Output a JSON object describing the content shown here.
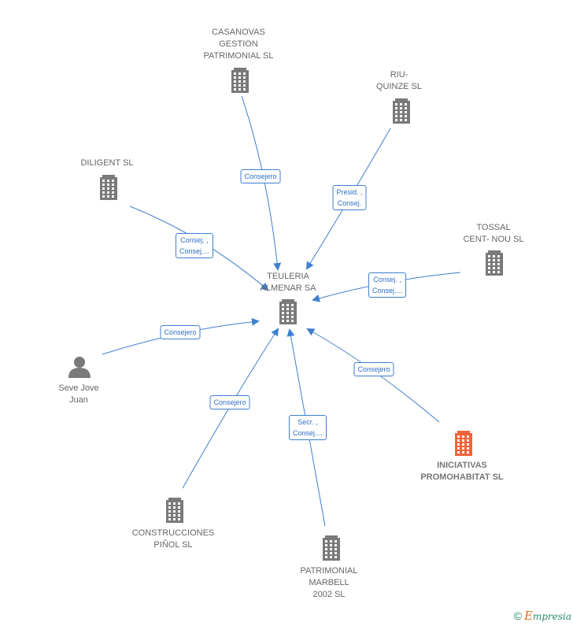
{
  "colors": {
    "edge": "#3f7fd0",
    "building": "#7a7a7a",
    "highlight": "#f0643a",
    "person": "#7a7a7a"
  },
  "center": {
    "label_lines": [
      "TEULERIA",
      "ALMENAR SA"
    ],
    "icon": "building-icon"
  },
  "nodes": [
    {
      "id": "casanovas",
      "label_lines": [
        "CASANOVAS",
        "GESTION",
        "PATRIMONIAL SL"
      ],
      "icon": "building-icon"
    },
    {
      "id": "riu",
      "label_lines": [
        "RIU-",
        "QUINZE  SL"
      ],
      "icon": "building-icon"
    },
    {
      "id": "diligent",
      "label_lines": [
        "DILIGENT SL"
      ],
      "icon": "building-icon"
    },
    {
      "id": "tossal",
      "label_lines": [
        "TOSSAL",
        "CENT- NOU  SL"
      ],
      "icon": "building-icon"
    },
    {
      "id": "seve",
      "label_lines": [
        "Seve Jove",
        "Juan"
      ],
      "icon": "person-icon"
    },
    {
      "id": "iniciativas",
      "label_lines": [
        "INICIATIVAS",
        "PROMOHABITAT SL"
      ],
      "icon": "building-icon",
      "highlight": true
    },
    {
      "id": "construcciones",
      "label_lines": [
        "CONSTRUCCIONES",
        "PIÑOL  SL"
      ],
      "icon": "building-icon"
    },
    {
      "id": "patrimonial",
      "label_lines": [
        "PATRIMONIAL",
        "MARBELL",
        "2002 SL"
      ],
      "icon": "building-icon"
    }
  ],
  "relations": [
    {
      "from": "casanovas",
      "lines": [
        "Consejero"
      ]
    },
    {
      "from": "riu",
      "lines": [
        "Presid. ,",
        "Consej."
      ]
    },
    {
      "from": "diligent",
      "lines": [
        "Consej. ,",
        "Consej...."
      ]
    },
    {
      "from": "tossal",
      "lines": [
        "Consej. ,",
        "Consej...."
      ]
    },
    {
      "from": "seve",
      "lines": [
        "Consejero"
      ]
    },
    {
      "from": "iniciativas",
      "lines": [
        "Consejero"
      ]
    },
    {
      "from": "construcciones",
      "lines": [
        "Consejero"
      ]
    },
    {
      "from": "patrimonial",
      "lines": [
        "Secr. ,",
        "Consej...."
      ]
    }
  ],
  "footer": {
    "copyright_symbol": "©",
    "brand_initial": "E",
    "brand_rest": "mpresia"
  }
}
